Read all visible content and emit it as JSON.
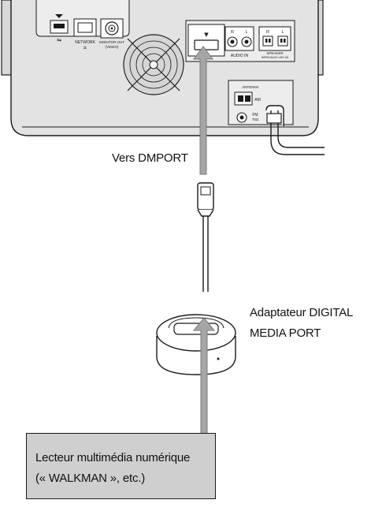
{
  "device": {
    "port_labels": {
      "network": "NETWORK",
      "monitor_out": "MONITOR OUT",
      "monitor_out_sub": "(VIDEO)",
      "audio_in": "AUDIO IN",
      "audio_r": "R",
      "audio_l": "L",
      "speaker": "SPEAKER",
      "speaker_sub": "IMPEDANCE USE 6Ω",
      "speaker_r": "R",
      "speaker_l": "L",
      "antenna": "ANTENNA",
      "am": "AM",
      "fm": "FM",
      "fm_sub": "75Ω",
      "dmport_marker": "▼"
    }
  },
  "labels": {
    "vers_dmport": "Vers DMPORT",
    "adapter_line1": "Adaptateur DIGITAL",
    "adapter_line2": "MEDIA PORT",
    "player_line1": "Lecteur multimédia numérique",
    "player_line2": "(« WALKMAN », etc.)"
  },
  "colors": {
    "arrow_fill": "#a6a6a6",
    "arrow_stroke": "#7a7a7a",
    "device_fill": "#dcdcdc",
    "device_stroke": "#1a1a1a",
    "player_box_fill": "#cfcfcf"
  }
}
